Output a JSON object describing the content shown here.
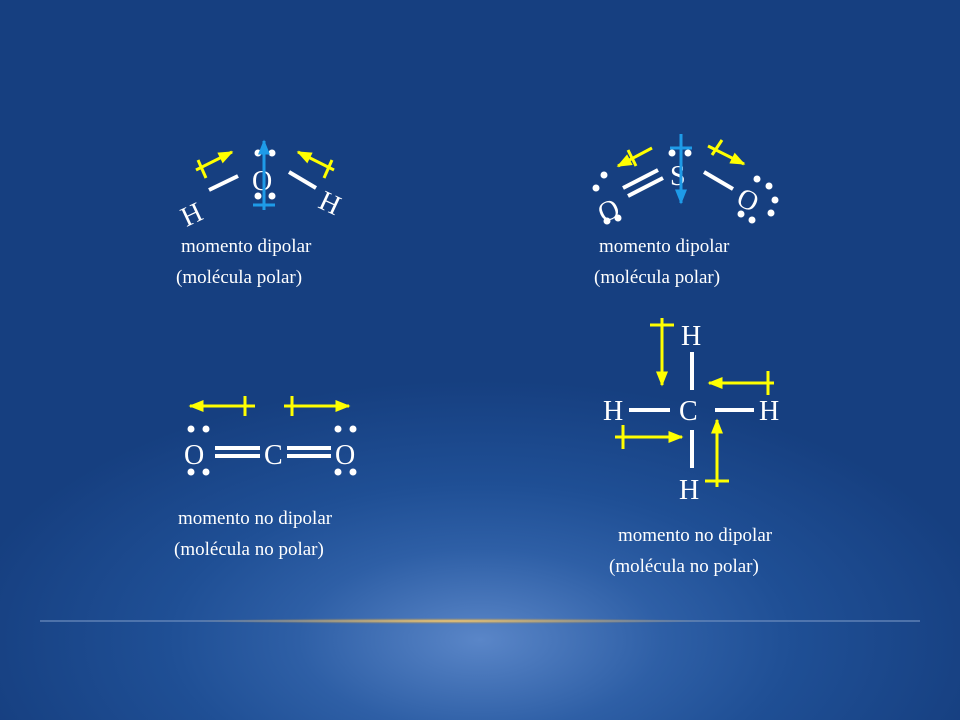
{
  "water": {
    "atom_o": "O",
    "atom_h1": "H",
    "atom_h2": "H",
    "caption_line1": "momento dipolar",
    "caption_line2": "(molécula polar)"
  },
  "so2": {
    "atom_s": "S",
    "atom_o1": "O",
    "atom_o2": "O",
    "caption_line1": "momento dipolar",
    "caption_line2": "(molécula polar)"
  },
  "co2": {
    "atom_o1": "O",
    "atom_c": "C",
    "atom_o2": "O",
    "caption_line1": "momento no dipolar",
    "caption_line2": "(molécula no polar)"
  },
  "ch4": {
    "atom_c": "C",
    "atom_h_top": "H",
    "atom_h_left": "H",
    "atom_h_right": "H",
    "atom_h_bottom": "H",
    "caption_line1": "momento no dipolar",
    "caption_line2": "(molécula no polar)"
  },
  "colors": {
    "dipole_arrow": "#ffff00",
    "net_dipole_arrow": "#1e9be8",
    "atoms_bonds": "#ffffff"
  }
}
